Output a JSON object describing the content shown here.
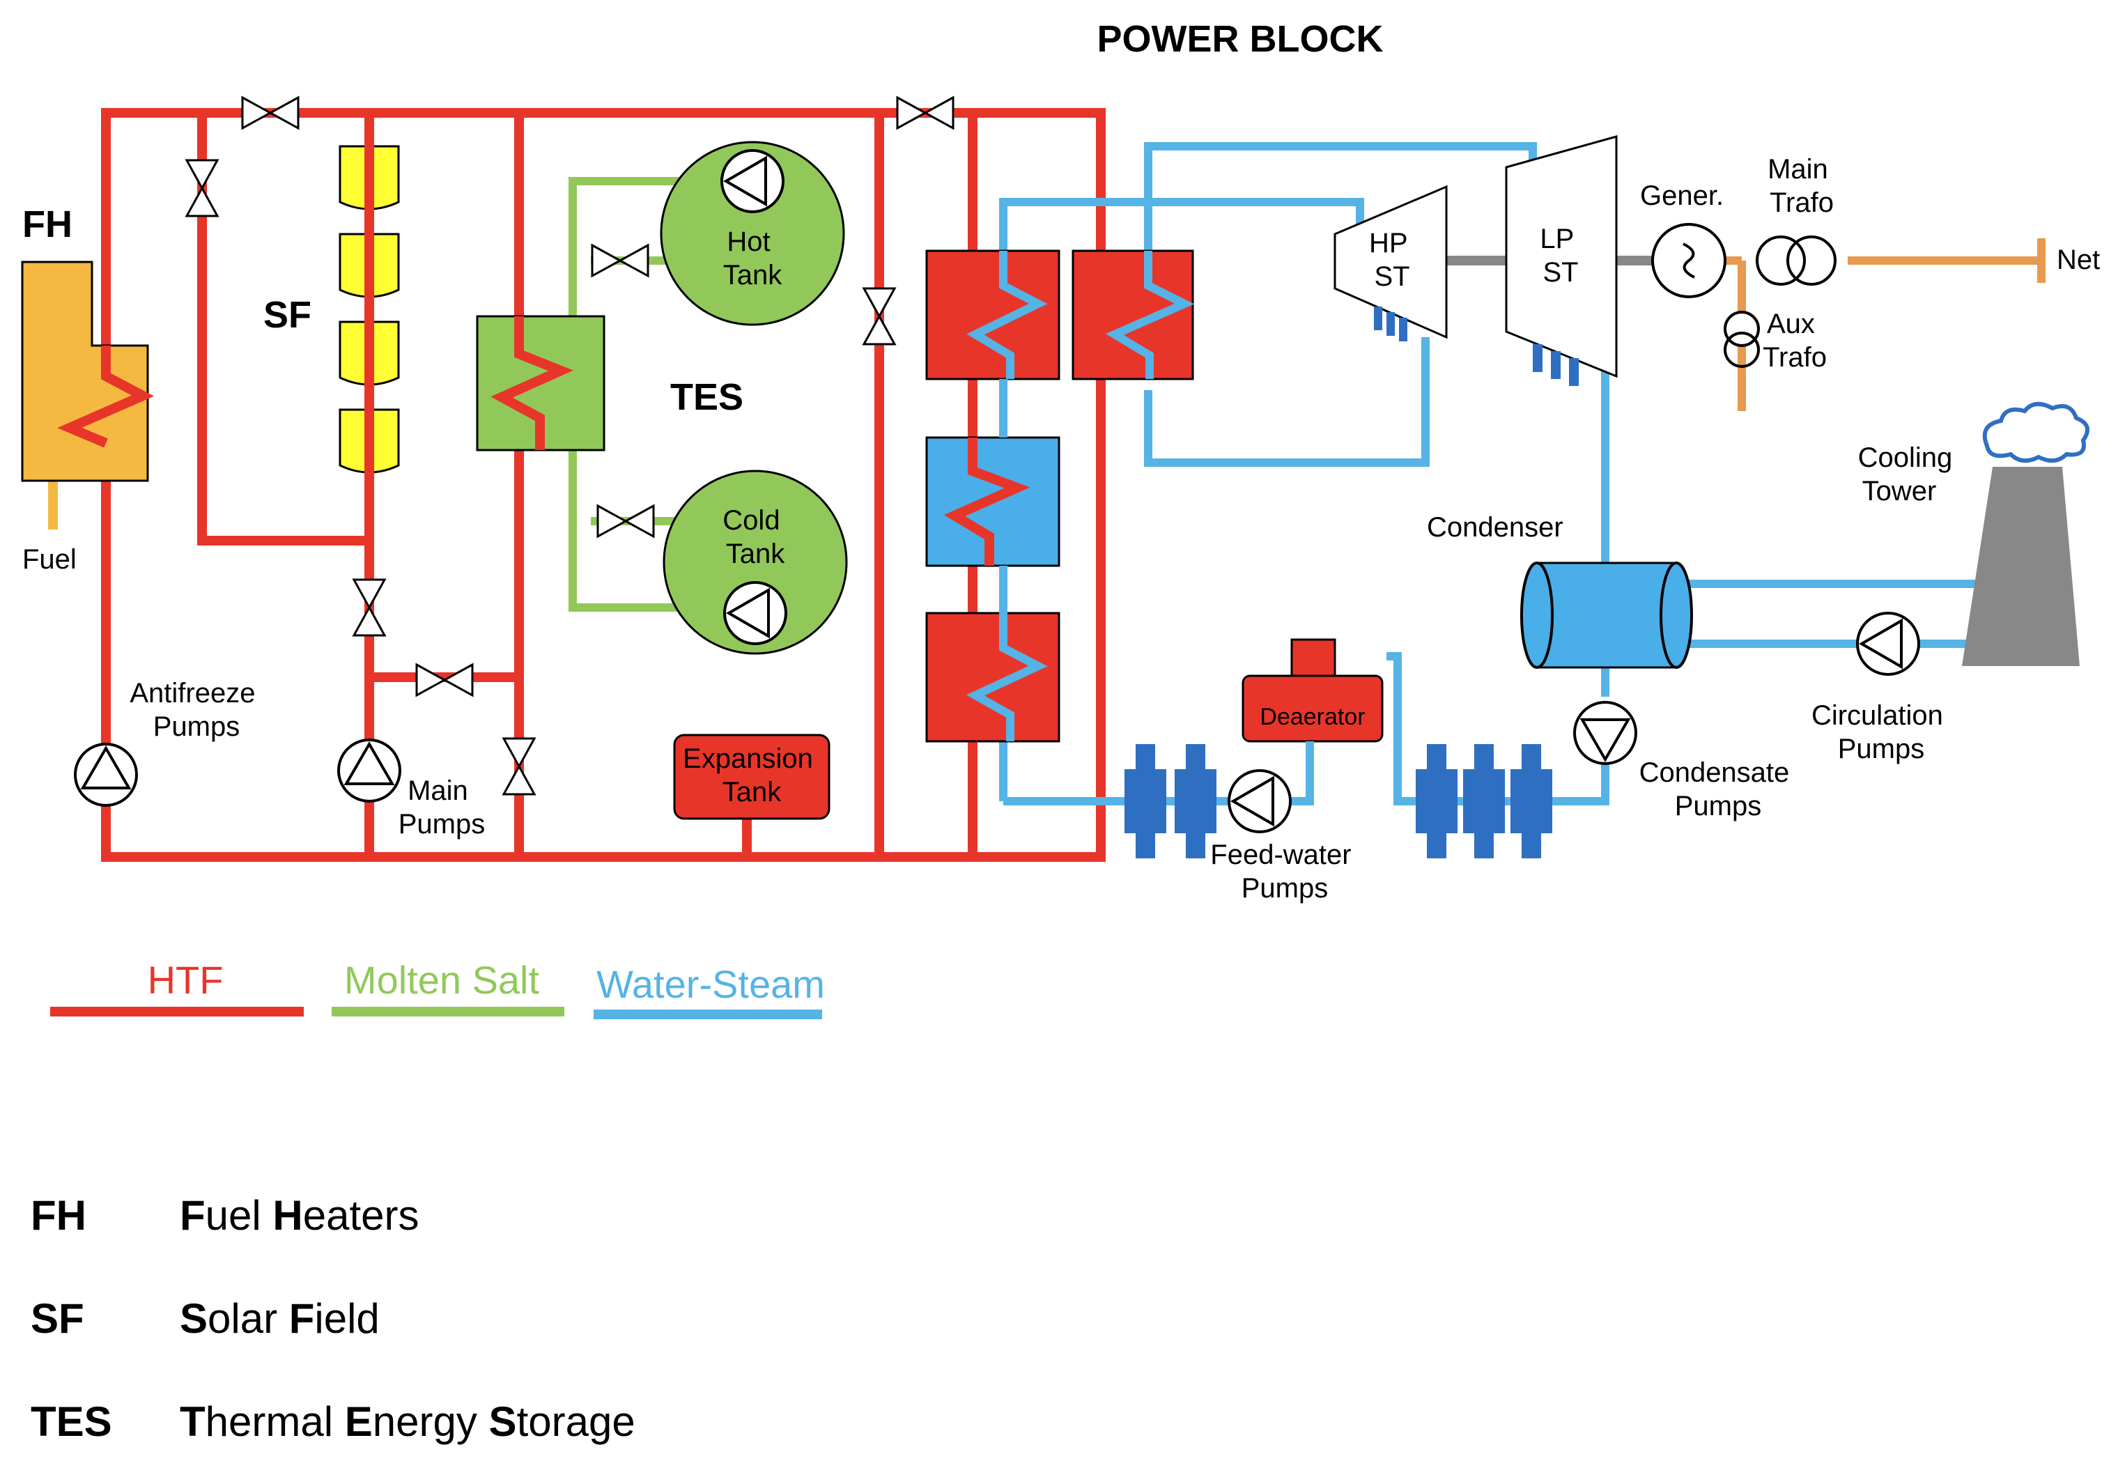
{
  "title": "POWER BLOCK",
  "components": {
    "fh": "FH",
    "fuel": "Fuel",
    "sf": "SF",
    "tes": "TES",
    "hot_tank": [
      "Hot",
      "Tank"
    ],
    "cold_tank": [
      "Cold",
      "Tank"
    ],
    "expansion_tank": [
      "Expansion",
      "Tank"
    ],
    "antifreeze_pumps": [
      "Antifreeze",
      "Pumps"
    ],
    "main_pumps": [
      "Main",
      "Pumps"
    ],
    "hp_st": [
      "HP",
      "ST"
    ],
    "lp_st": [
      "LP",
      "ST"
    ],
    "generator": "Gener.",
    "main_trafo": [
      "Main",
      "Trafo"
    ],
    "aux_trafo": [
      "Aux",
      "Trafo"
    ],
    "net": "Net",
    "cooling_tower": [
      "Cooling",
      "Tower"
    ],
    "condenser": "Condenser",
    "deaerator": "Deaerator",
    "circulation_pumps": [
      "Circulation",
      "Pumps"
    ],
    "condensate_pumps": [
      "Condensate",
      "Pumps"
    ],
    "feedwater_pumps": [
      "Feed-water",
      "Pumps"
    ]
  },
  "legend": [
    {
      "label": "HTF",
      "color": "#e8352a"
    },
    {
      "label": "Molten Salt",
      "color": "#92c85a"
    },
    {
      "label": "Water-Steam",
      "color": "#55b3e6"
    }
  ],
  "colors": {
    "htf": "#e8352a",
    "molten_salt": "#92c85a",
    "water_steam": "#55b3e6",
    "electric": "#e8994f",
    "fuel_heater": "#f5b942",
    "solar_field": "#ffff33",
    "heat_exchanger_blue": "#4aaee8",
    "pump_blue": "#2e6fc2",
    "tower_gray": "#888888"
  },
  "abbreviations": [
    {
      "abbr": "FH",
      "parts": [
        {
          "t": "F",
          "b": true
        },
        {
          "t": "uel ",
          "b": false
        },
        {
          "t": "H",
          "b": true
        },
        {
          "t": "eaters",
          "b": false
        }
      ]
    },
    {
      "abbr": "SF",
      "parts": [
        {
          "t": "S",
          "b": true
        },
        {
          "t": "olar ",
          "b": false
        },
        {
          "t": "F",
          "b": true
        },
        {
          "t": "ield",
          "b": false
        }
      ]
    },
    {
      "abbr": "TES",
      "parts": [
        {
          "t": "T",
          "b": true
        },
        {
          "t": "hermal ",
          "b": false
        },
        {
          "t": "E",
          "b": true
        },
        {
          "t": "nergy ",
          "b": false
        },
        {
          "t": "S",
          "b": true
        },
        {
          "t": "torage",
          "b": false
        }
      ]
    }
  ]
}
